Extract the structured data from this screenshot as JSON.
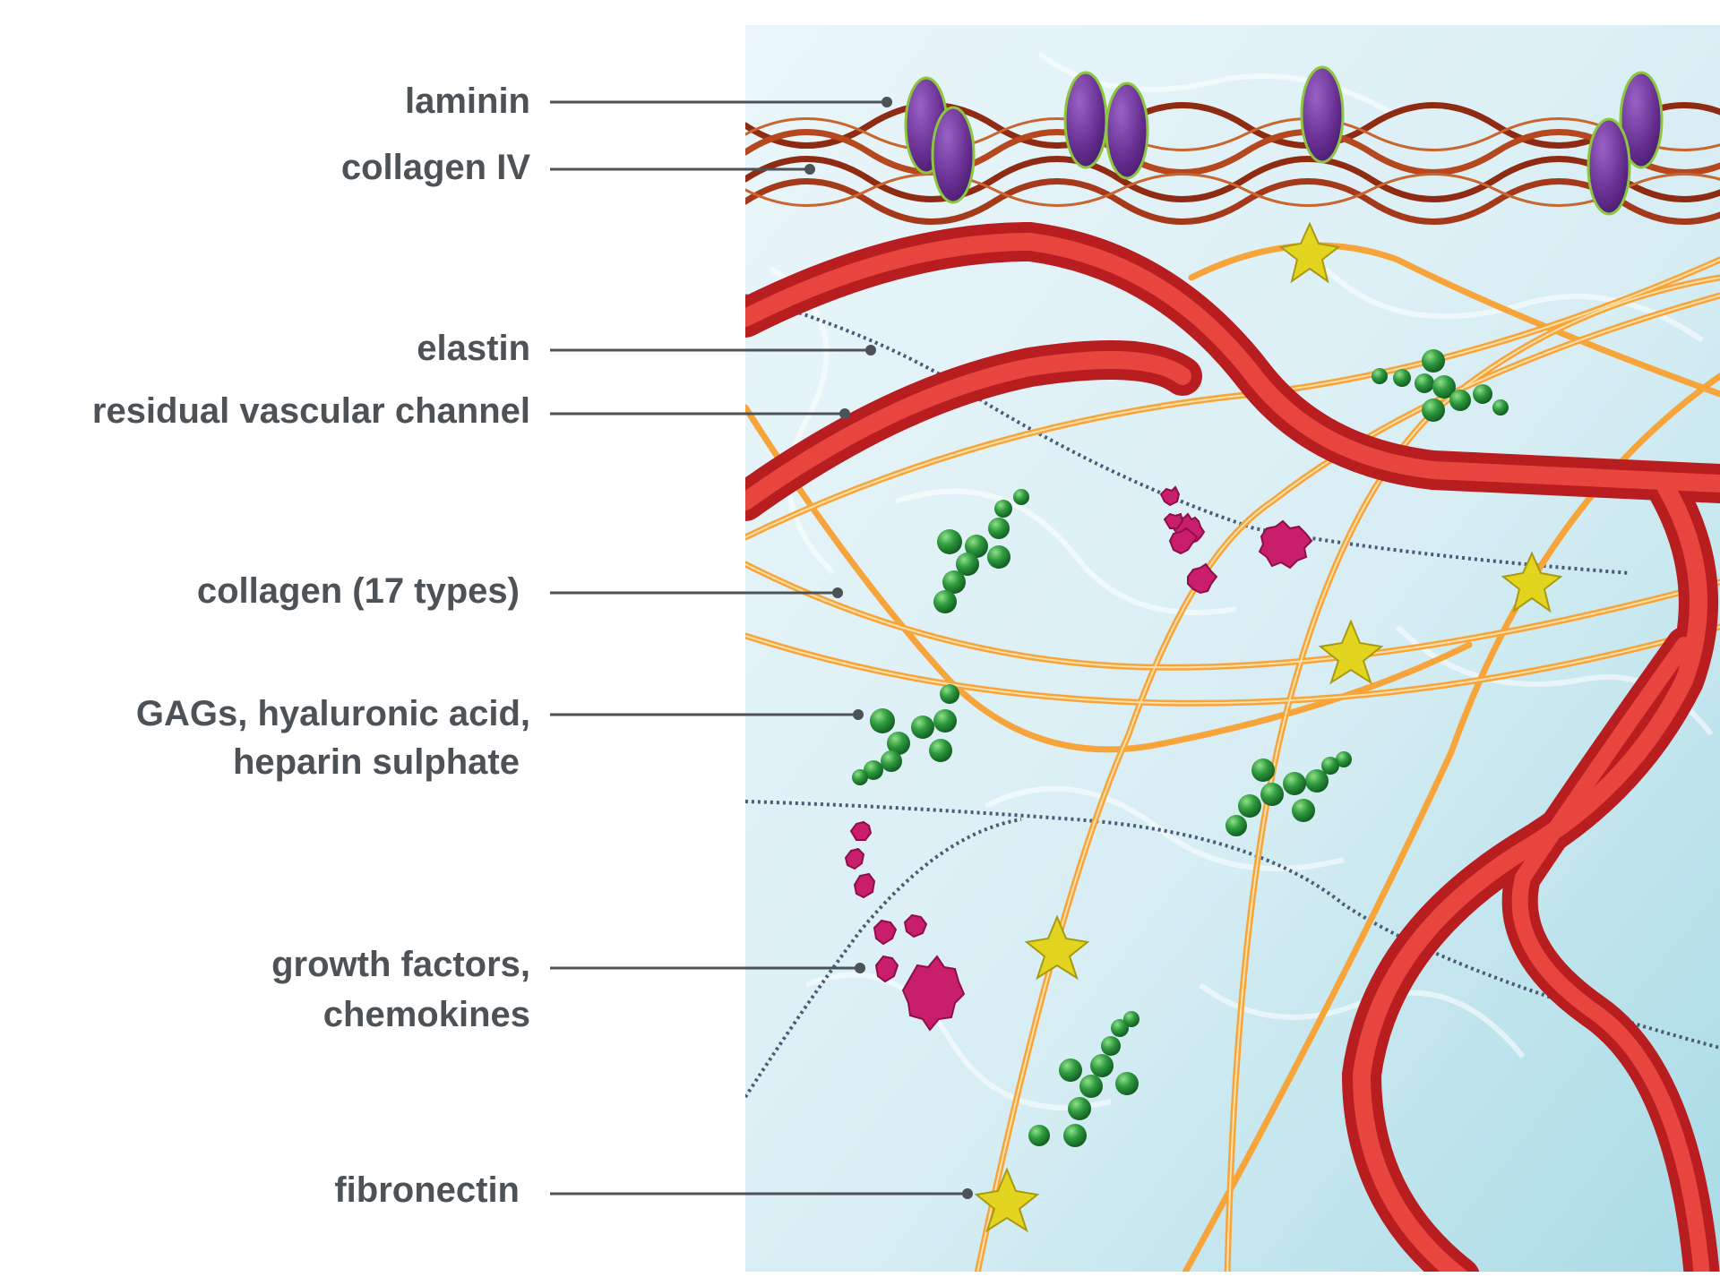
{
  "labels": {
    "laminin": "laminin",
    "collagen_iv": "collagen IV",
    "elastin": "elastin",
    "residual_vascular_channel": "residual vascular channel",
    "collagen_types": "collagen (17 types)",
    "gags_line1": "GAGs, hyaluronic acid,",
    "gags_line2": "heparin sulphate",
    "growth_factors_line1": "growth factors,",
    "growth_factors_line2": "chemokines",
    "fibronectin": "fibronectin"
  },
  "colors": {
    "matrix_background": "#d8eef4",
    "collagen_iv": "#8e2b12",
    "laminin": "#6a3194",
    "laminin_outline": "#8dc63f",
    "vascular_channel": "#d8282a",
    "collagen_fibre": "#f7a43a",
    "elastin": "#4a5a78",
    "gags": "#2f9a3e",
    "growth_factors": "#c81e6c",
    "fibronectin": "#e3d420",
    "label_text": "#4d5256"
  }
}
